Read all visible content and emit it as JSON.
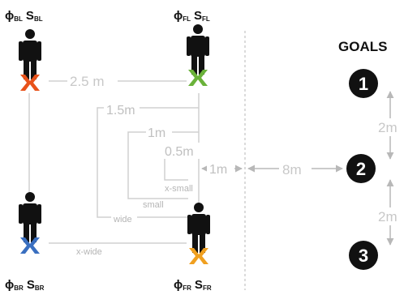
{
  "players": [
    {
      "id": "BL",
      "phi": "ϕ",
      "phi_sub": "BL",
      "s": "S",
      "s_sub": "BL",
      "shoe_color": "#e8521a"
    },
    {
      "id": "FL",
      "phi": "ϕ",
      "phi_sub": "FL",
      "s": "S",
      "s_sub": "FL",
      "shoe_color": "#6ab23a"
    },
    {
      "id": "BR",
      "phi": "ϕ",
      "phi_sub": "BR",
      "s": "S",
      "s_sub": "BR",
      "shoe_color": "#3a6fc0"
    },
    {
      "id": "FR",
      "phi": "ϕ",
      "phi_sub": "FR",
      "s": "S",
      "s_sub": "FR",
      "shoe_color": "#f0a020"
    }
  ],
  "distances": {
    "top": "2.5 m",
    "d15": "1.5m",
    "d1": "1m",
    "d05": "0.5m",
    "to_line": "1m",
    "to_goals": "8m",
    "goal_gap_1": "2m",
    "goal_gap_2": "2m"
  },
  "formation_labels": {
    "x_small": "x-small",
    "small": "small",
    "wide": "wide",
    "x_wide": "x-wide"
  },
  "goals": {
    "title": "GOALS",
    "items": [
      "1",
      "2",
      "3"
    ]
  },
  "colors": {
    "line": "#d0d0d0",
    "arrow": "#b8b8b8",
    "figure": "#111111"
  }
}
